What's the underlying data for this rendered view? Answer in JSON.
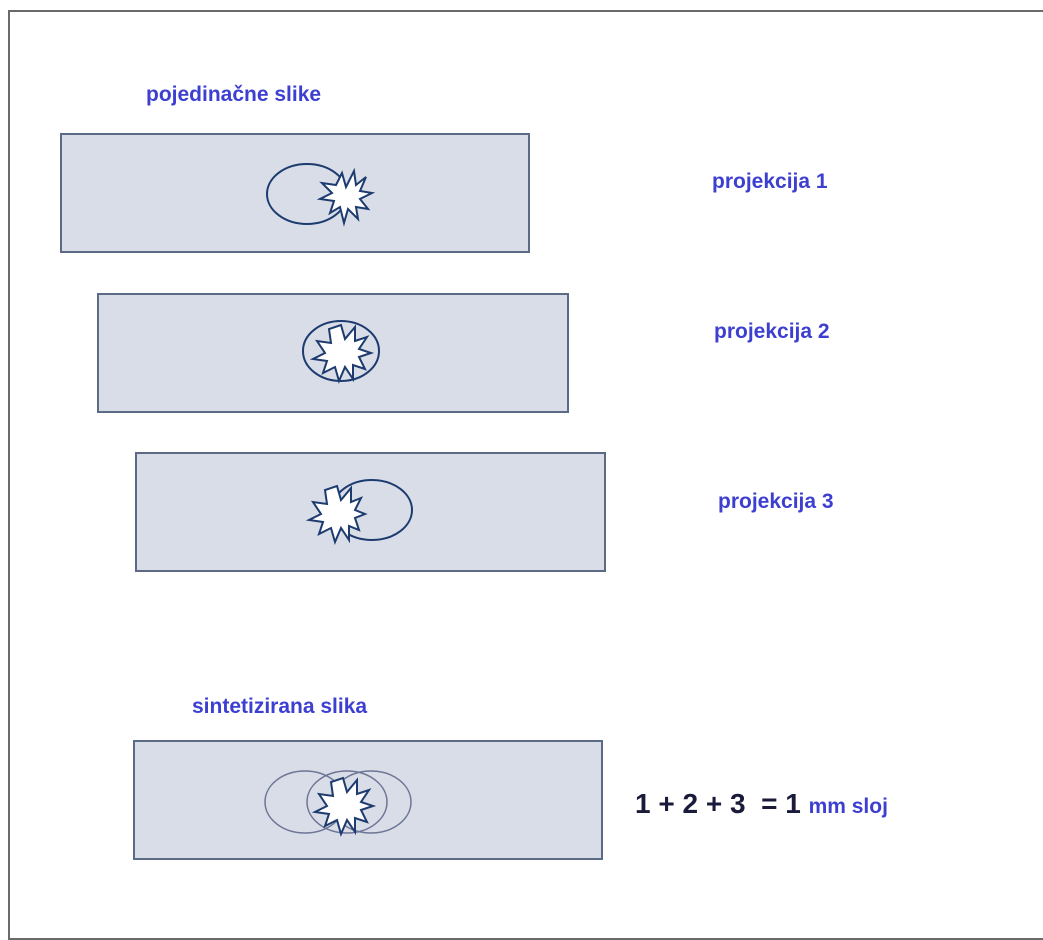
{
  "headings": {
    "individual": "pojedinačne slike",
    "synthesized": "sintetizirana slika"
  },
  "projections": [
    {
      "label": "projekcija 1"
    },
    {
      "label": "projekcija 2"
    },
    {
      "label": "projekcija 3"
    }
  ],
  "formula": {
    "expression": "1 + 2 + 3  = 1 ",
    "unit": "mm sloj"
  },
  "colors": {
    "text_accent": "#3c3fd0",
    "panel_fill": "#d8dde8",
    "panel_border": "#5c6a86",
    "shape_stroke": "#1d3b6e"
  }
}
